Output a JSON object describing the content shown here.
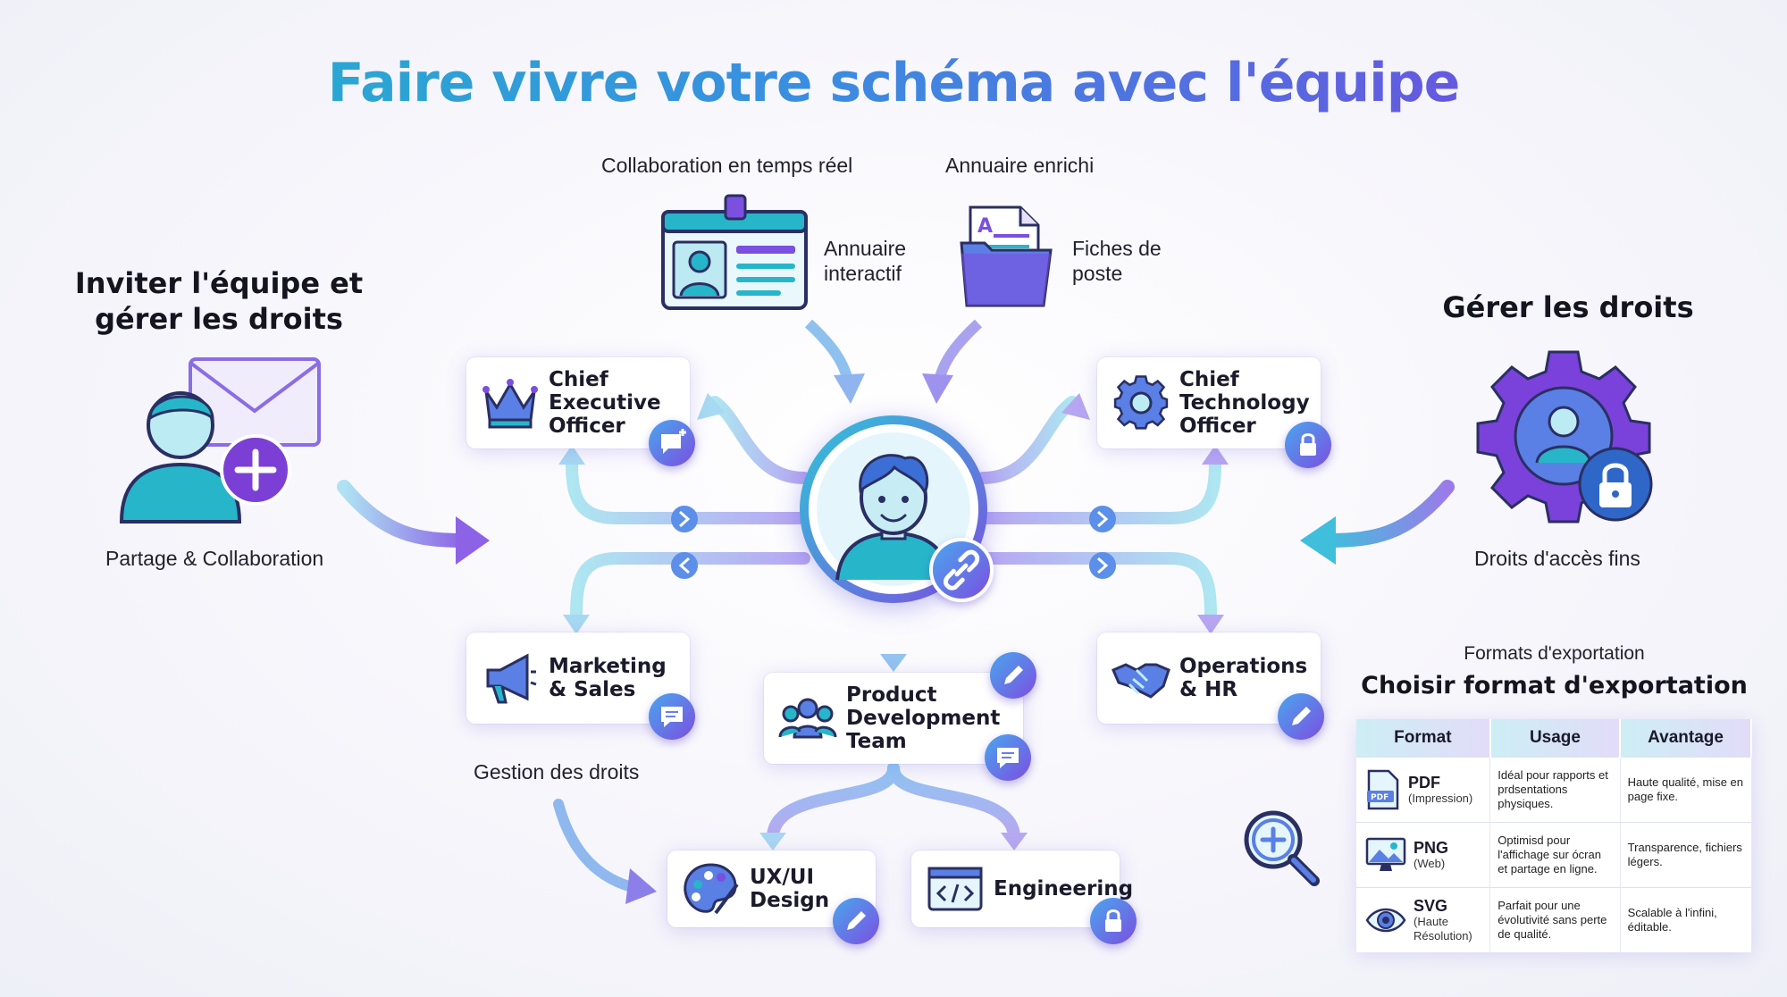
{
  "title": "Faire vivre votre schéma avec l'équipe",
  "top": {
    "collab_label": "Collaboration en temps réel",
    "annuaire_label": "Annuaire enrichi",
    "annuaire_interactif": [
      "Annuaire",
      "interactif"
    ],
    "fiches_de_poste": [
      "Fiches de",
      "poste"
    ]
  },
  "left": {
    "heading": [
      "Inviter l'équipe et",
      "gérer les droits"
    ],
    "caption": "Partage & Collaboration"
  },
  "right": {
    "heading": "Gérer les droits",
    "caption": "Droits d'accès fins"
  },
  "gestion_label": "Gestion des droits",
  "nodes": {
    "ceo": [
      "Chief",
      "Executive",
      "Officer"
    ],
    "cto": [
      "Chief",
      "Technology",
      "Officer"
    ],
    "marketing": [
      "Marketing",
      "& Sales"
    ],
    "product": [
      "Product",
      "Development",
      "Team"
    ],
    "operations": [
      "Operations",
      "& HR"
    ],
    "uxui": [
      "UX/UI",
      "Design"
    ],
    "engineering": [
      "Engineering"
    ]
  },
  "export": {
    "small_label": "Formats d'exportation",
    "heading": "Choisir format d'exportation",
    "columns": [
      "Format",
      "Usage",
      "Avantage"
    ],
    "rows": [
      {
        "name": "PDF",
        "sub": [
          "(Impression)"
        ],
        "usage": "Idéal pour rapports et prdsentations physiques.",
        "advantage": "Haute qualité, mise en page fixe."
      },
      {
        "name": "PNG",
        "sub": [
          "(Web)"
        ],
        "usage": "Optimisd pour l'affichage sur ócran et partage en ligne.",
        "advantage": "Transparence, fichiers légers."
      },
      {
        "name": "SVG",
        "sub": [
          "(Haute",
          "Résolution)"
        ],
        "usage": "Parfait pour une évolutivité sans perte de qualité.",
        "advantage": "Scalable à l'infini, éditable."
      }
    ]
  },
  "colors": {
    "teal": "#1fb7c9",
    "blue": "#3a8ee0",
    "purple": "#7a3fe0",
    "connector": "#a9c6f3"
  }
}
